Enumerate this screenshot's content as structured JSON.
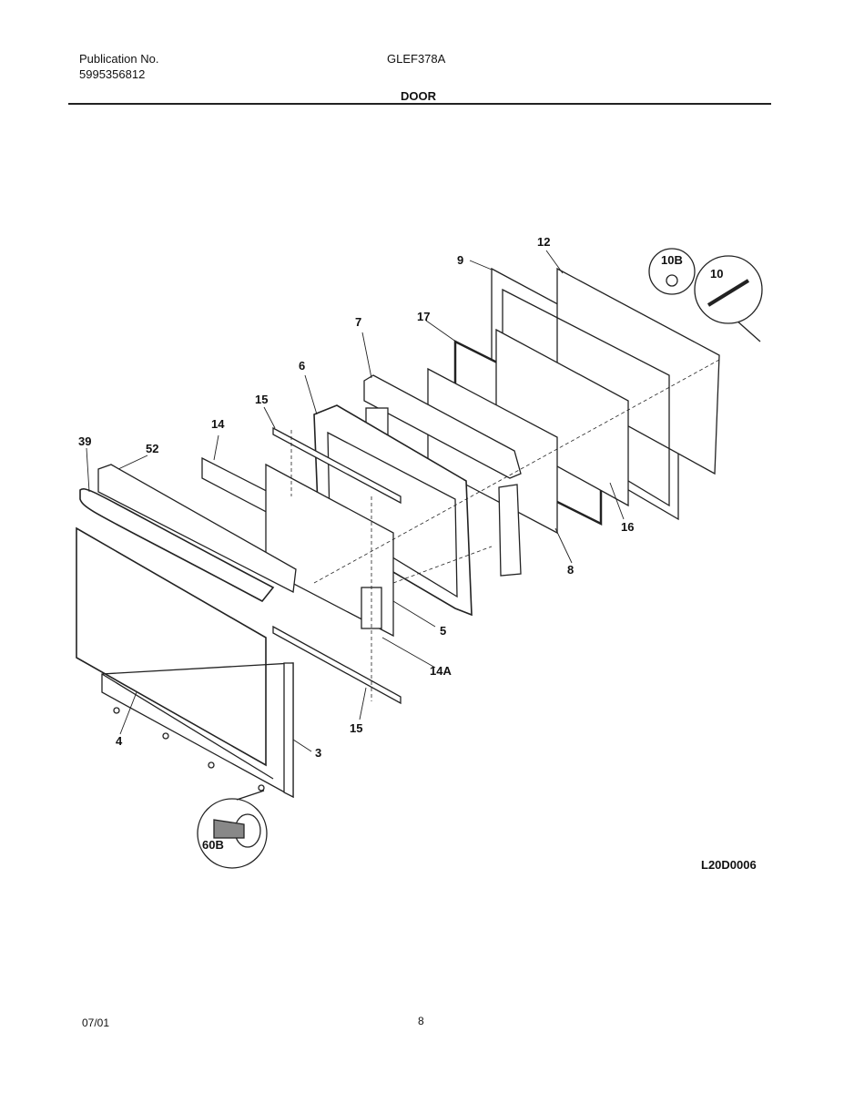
{
  "header": {
    "publication_label": "Publication No.",
    "publication_number": "5995356812",
    "model": "GLEF378A",
    "section": "DOOR"
  },
  "diagram": {
    "drawing_code": "L20D0006",
    "callouts": [
      "12",
      "9",
      "10B",
      "10",
      "7",
      "17",
      "6",
      "15",
      "14",
      "39",
      "52",
      "16",
      "8",
      "5",
      "14A",
      "15",
      "4",
      "3",
      "60B"
    ]
  },
  "footer": {
    "date": "07/01",
    "page": "8"
  }
}
